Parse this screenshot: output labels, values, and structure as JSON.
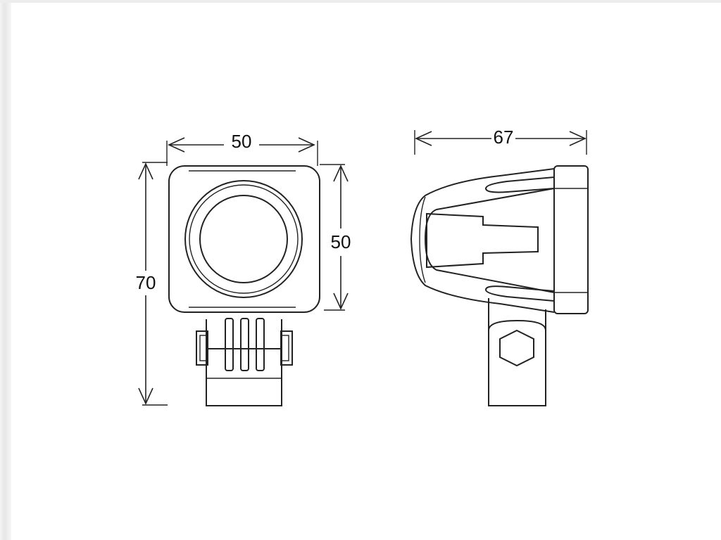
{
  "dimensions": {
    "front_width": "50",
    "front_height": "50",
    "total_height": "70",
    "side_depth": "67"
  }
}
